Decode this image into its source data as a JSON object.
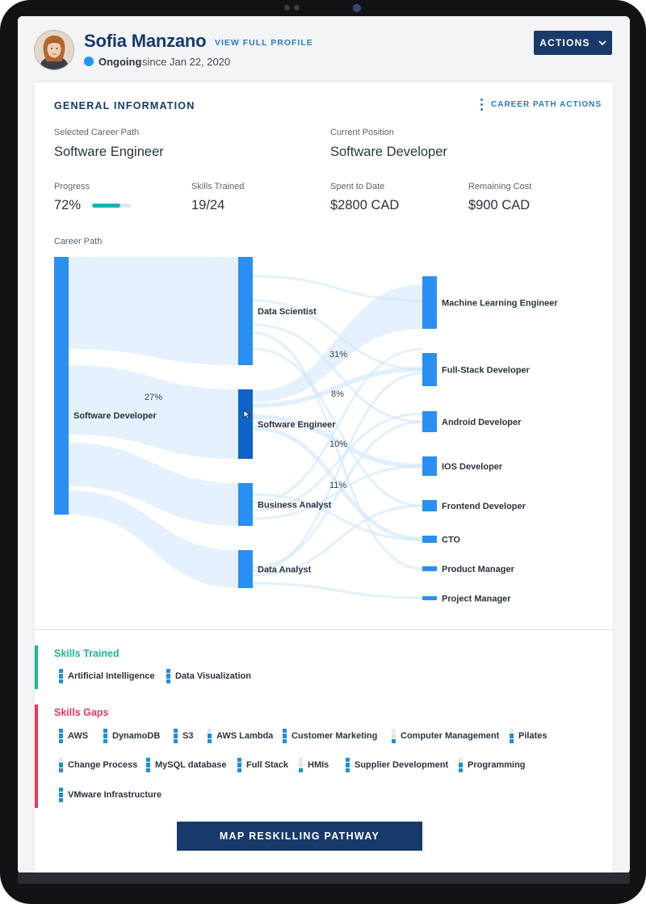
{
  "header": {
    "name": "Sofia Manzano",
    "view_profile_label": "VIEW FULL PROFILE",
    "status": "Ongoing",
    "since": "since Jan 22, 2020",
    "actions_label": "ACTIONS",
    "status_color": "#2196f3"
  },
  "general": {
    "title": "GENERAL INFORMATION",
    "career_path_actions_label": "CAREER PATH ACTIONS",
    "selected_career_path_label": "Selected Career Path",
    "selected_career_path": "Software Engineer",
    "current_position_label": "Current Position",
    "current_position": "Software Developer",
    "progress_label": "Progress",
    "progress_value": "72%",
    "progress_fraction": 0.72,
    "skills_trained_label": "Skills Trained",
    "skills_trained_value": "19/24",
    "spent_label": "Spent to Date",
    "spent_value": "$2800 CAD",
    "remaining_label": "Remaining Cost",
    "remaining_value": "$900 CAD",
    "career_path_label": "Career Path"
  },
  "career_path": {
    "source": "Software Developer",
    "middle": [
      "Data Scientist",
      "Software  Engineer",
      "Business Analyst",
      "Data Analyst"
    ],
    "selected_middle": "Software  Engineer",
    "targets": [
      "Machine Learning Engineer",
      "Full-Stack Developer",
      "Android Developer",
      "IOS Developer",
      "Frontend Developer",
      "CTO",
      "Product Manager",
      "Project Manager"
    ],
    "percent_labels": {
      "source_to_selected": "27%",
      "to_ml": "31%",
      "to_fullstack": "8%",
      "to_ios": "10%",
      "to_cto": "11%"
    },
    "node_color": "#2a8ff2",
    "selected_node_color": "#0f63c9",
    "link_color": "#cfe6fd"
  },
  "skills_trained": {
    "title": "Skills Trained",
    "color": "#1db98f",
    "items": [
      {
        "label": "Artificial Intelligence",
        "level": 3
      },
      {
        "label": "Data Visualization",
        "level": 3
      }
    ]
  },
  "skills_gaps": {
    "title": "Skills Gaps",
    "color": "#e8395f",
    "items": [
      {
        "label": "AWS",
        "level": 3
      },
      {
        "label": "DynamoDB",
        "level": 3
      },
      {
        "label": "S3",
        "level": 3
      },
      {
        "label": "AWS Lambda",
        "level": 2
      },
      {
        "label": "Customer Marketing",
        "level": 3
      },
      {
        "label": "Computer Management",
        "level": 1
      },
      {
        "label": "Pilates",
        "level": 2
      },
      {
        "label": "Change Process",
        "level": 2
      },
      {
        "label": "MySQL database",
        "level": 3
      },
      {
        "label": "Full Stack",
        "level": 3
      },
      {
        "label": "HMIs",
        "level": 1
      },
      {
        "label": "Supplier Development",
        "level": 3
      },
      {
        "label": "Programming",
        "level": 2
      },
      {
        "label": "VMware Infrastructure",
        "level": 3
      }
    ]
  },
  "map_button_label": "MAP RESKILLING PATHWAY"
}
